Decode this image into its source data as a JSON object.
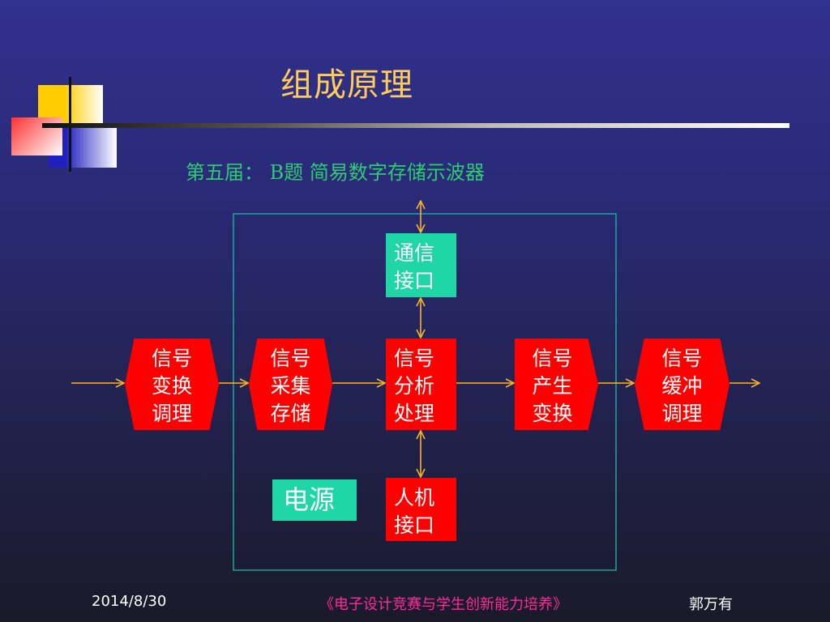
{
  "slide": {
    "title": "组成原理",
    "subtitle": "第五届： B题 简易数字存储示波器"
  },
  "blocks": {
    "signal_conditioning_in": [
      "信号",
      "变换",
      "调理"
    ],
    "acquisition_storage": [
      "信号",
      "采集",
      "存储"
    ],
    "analysis_processing": [
      "信号",
      "分析",
      "处理"
    ],
    "generation_transform": [
      "信号",
      "产生",
      "变换"
    ],
    "buffer_conditioning_out": [
      "信号",
      "缓冲",
      "调理"
    ],
    "comm_interface": [
      "通信",
      "接口"
    ],
    "hmi_interface": [
      "人机",
      "接口"
    ],
    "power": "电源"
  },
  "footer": {
    "date": "2014/8/30",
    "course": "《电子设计竞赛与学生创新能力培养》",
    "author": "郭万有"
  },
  "colors": {
    "block_red": "#ff0000",
    "block_teal": "#1ed6a6",
    "arrow": "#f5b530",
    "frame": "#1aa89a",
    "title": "#ffcc55",
    "subtitle": "#2ecc71"
  }
}
